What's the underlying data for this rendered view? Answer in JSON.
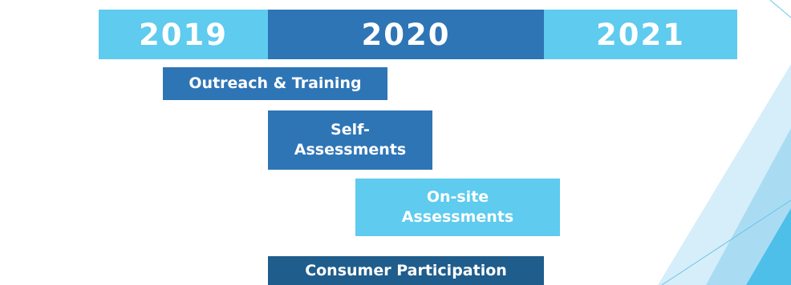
{
  "timeline": {
    "years": [
      {
        "label": "2019",
        "color": "#5ecbef"
      },
      {
        "label": "2020",
        "color": "#2e75b6"
      },
      {
        "label": "2021",
        "color": "#5ecbef"
      }
    ]
  },
  "activities": [
    {
      "label": "Outreach & Training",
      "color": "#2e75b6"
    },
    {
      "label_line1": "Self-",
      "label_line2": "Assessments",
      "color": "#2e75b6"
    },
    {
      "label_line1": "On-site",
      "label_line2": "Assessments",
      "color": "#5ecbef"
    },
    {
      "label": "Consumer Participation",
      "color": "#1f5d8c"
    }
  ]
}
